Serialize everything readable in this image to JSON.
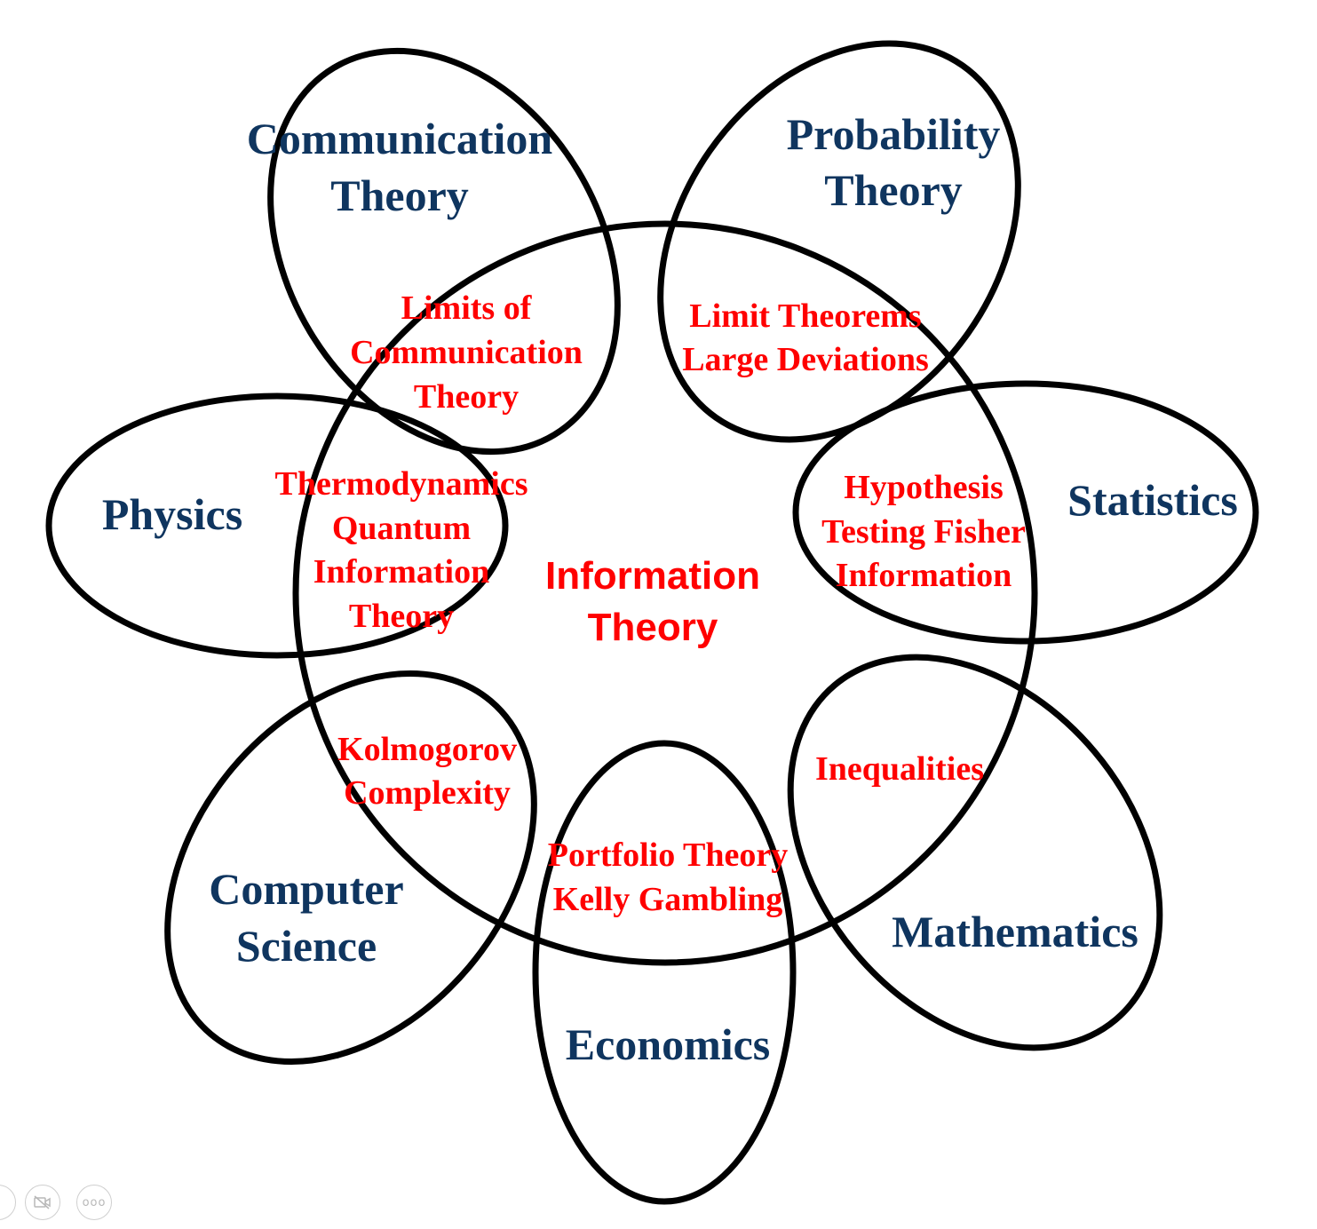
{
  "colors": {
    "field_text": "#0f355f",
    "topic_text": "#ff0000",
    "outline": "#000000",
    "control_icon": "#b8b8b8"
  },
  "center": {
    "line1": "Information",
    "line2": "Theory"
  },
  "fields": {
    "communication": {
      "line1": "Communication",
      "line2": "Theory"
    },
    "probability": {
      "line1": "Probability",
      "line2": "Theory"
    },
    "statistics": {
      "line1": "Statistics"
    },
    "mathematics": {
      "line1": "Mathematics"
    },
    "economics": {
      "line1": "Economics"
    },
    "computer_science": {
      "line1": "Computer",
      "line2": "Science"
    },
    "physics": {
      "line1": "Physics"
    }
  },
  "overlaps": {
    "communication": {
      "line1": "Limits of",
      "line2": "Communication",
      "line3": "Theory"
    },
    "probability": {
      "line1": "Limit Theorems",
      "line2": "Large Deviations"
    },
    "statistics": {
      "line1": "Hypothesis",
      "line2": "Testing Fisher",
      "line3": "Information"
    },
    "mathematics": {
      "line1": "Inequalities"
    },
    "economics": {
      "line1": "Portfolio Theory",
      "line2": "Kelly Gambling"
    },
    "computer_science": {
      "line1": "Kolmogorov",
      "line2": "Complexity"
    },
    "physics": {
      "line1": "Thermodynamics",
      "line2": "Quantum",
      "line3": "Information",
      "line4": "Theory"
    }
  },
  "controls": {
    "video_icon": "video-off-icon",
    "more_icon": "more-dots-icon",
    "more_glyph": "ooo"
  }
}
